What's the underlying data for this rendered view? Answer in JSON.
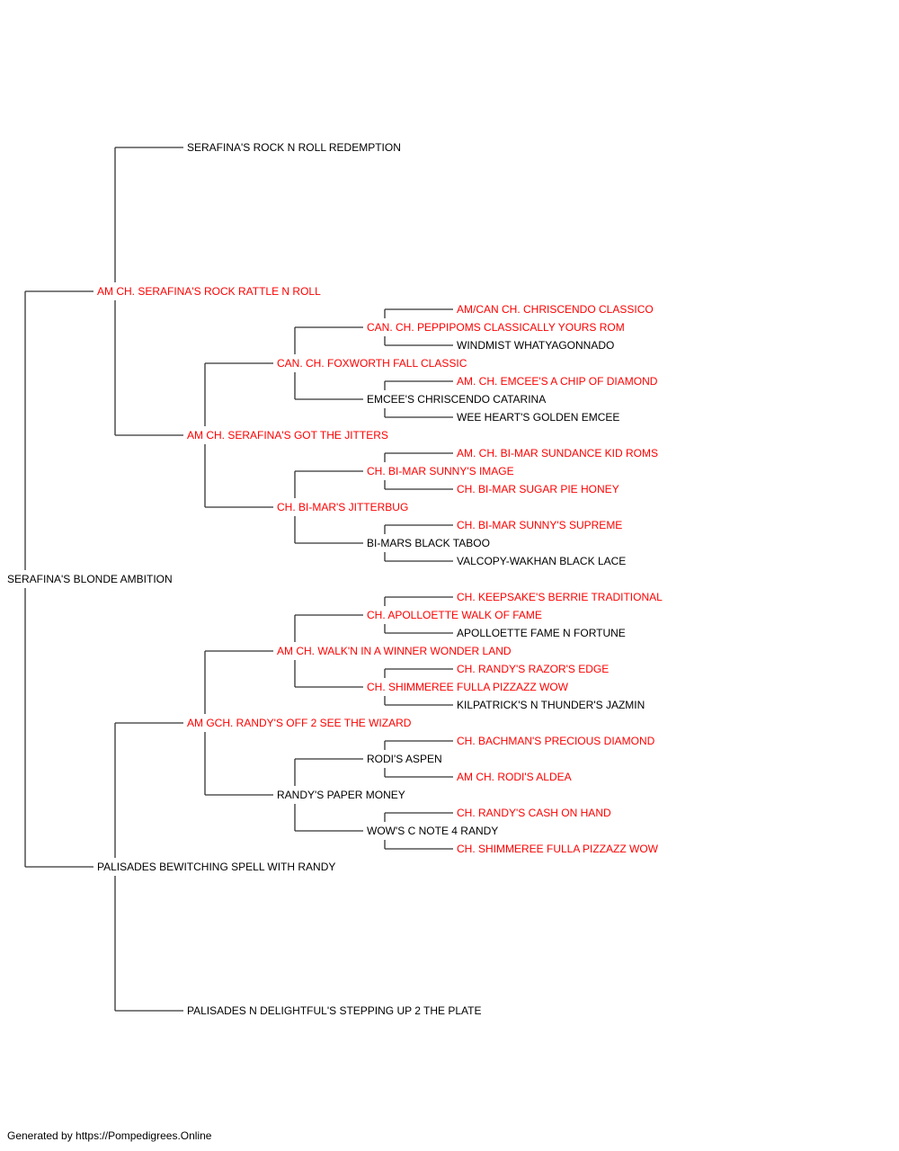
{
  "colors": {
    "champion": "#ff0000",
    "normal": "#000000",
    "connector": "#333333"
  },
  "root": {
    "name": "SERAFINA'S BLONDE AMBITION",
    "champion": false,
    "sire": {
      "name": "AM CH. SERAFINA'S ROCK RATTLE N ROLL",
      "champion": true,
      "sire": {
        "name": "SERAFINA'S ROCK N ROLL REDEMPTION",
        "champion": false
      },
      "dam": {
        "name": "AM CH. SERAFINA'S GOT THE JITTERS",
        "champion": true,
        "sire": {
          "name": "CAN. CH. FOXWORTH FALL CLASSIC",
          "champion": true,
          "sire": {
            "name": "CAN. CH. PEPPIPOMS CLASSICALLY YOURS ROM",
            "champion": true,
            "sire": {
              "name": "AM/CAN CH. CHRISCENDO CLASSICO",
              "champion": true
            },
            "dam": {
              "name": "WINDMIST WHATYAGONNADO",
              "champion": false
            }
          },
          "dam": {
            "name": "EMCEE'S CHRISCENDO CATARINA",
            "champion": false,
            "sire": {
              "name": "AM. CH. EMCEE'S A CHIP OF DIAMOND",
              "champion": true
            },
            "dam": {
              "name": "WEE HEART'S GOLDEN EMCEE",
              "champion": false
            }
          }
        },
        "dam": {
          "name": "CH. BI-MAR'S JITTERBUG",
          "champion": true,
          "sire": {
            "name": "CH. BI-MAR SUNNY'S IMAGE",
            "champion": true,
            "sire": {
              "name": "AM. CH. BI-MAR SUNDANCE KID ROMS",
              "champion": true
            },
            "dam": {
              "name": "CH. BI-MAR SUGAR PIE HONEY",
              "champion": true
            }
          },
          "dam": {
            "name": "BI-MARS BLACK TABOO",
            "champion": false,
            "sire": {
              "name": "CH. BI-MAR SUNNY'S SUPREME",
              "champion": true
            },
            "dam": {
              "name": "VALCOPY-WAKHAN BLACK LACE",
              "champion": false
            }
          }
        }
      }
    },
    "dam": {
      "name": "PALISADES BEWITCHING SPELL WITH RANDY",
      "champion": false,
      "sire": {
        "name": "AM GCH. RANDY'S OFF 2 SEE THE WIZARD",
        "champion": true,
        "sire": {
          "name": "AM CH. WALK'N IN A WINNER WONDER LAND",
          "champion": true,
          "sire": {
            "name": "CH. APOLLOETTE WALK OF FAME",
            "champion": true,
            "sire": {
              "name": "CH. KEEPSAKE'S BERRIE TRADITIONAL",
              "champion": true
            },
            "dam": {
              "name": "APOLLOETTE FAME N FORTUNE",
              "champion": false
            }
          },
          "dam": {
            "name": "CH. SHIMMEREE FULLA PIZZAZZ WOW",
            "champion": true,
            "sire": {
              "name": "CH. RANDY'S RAZOR'S EDGE",
              "champion": true
            },
            "dam": {
              "name": "KILPATRICK'S N THUNDER'S JAZMIN",
              "champion": false
            }
          }
        },
        "dam": {
          "name": "RANDY'S PAPER MONEY",
          "champion": false,
          "sire": {
            "name": "RODI'S ASPEN",
            "champion": false,
            "sire": {
              "name": "CH. BACHMAN'S PRECIOUS DIAMOND",
              "champion": true
            },
            "dam": {
              "name": "AM CH. RODI'S ALDEA",
              "champion": true
            }
          },
          "dam": {
            "name": "WOW'S C NOTE 4 RANDY",
            "champion": false,
            "sire": {
              "name": "CH. RANDY'S CASH ON HAND",
              "champion": true
            },
            "dam": {
              "name": "CH. SHIMMEREE FULLA PIZZAZZ WOW",
              "champion": true
            }
          }
        }
      },
      "dam": {
        "name": "PALISADES N DELIGHTFUL'S STEPPING UP 2 THE PLATE",
        "champion": false
      }
    }
  },
  "footer": {
    "text": "Generated by https://Pompedigrees.Online"
  }
}
